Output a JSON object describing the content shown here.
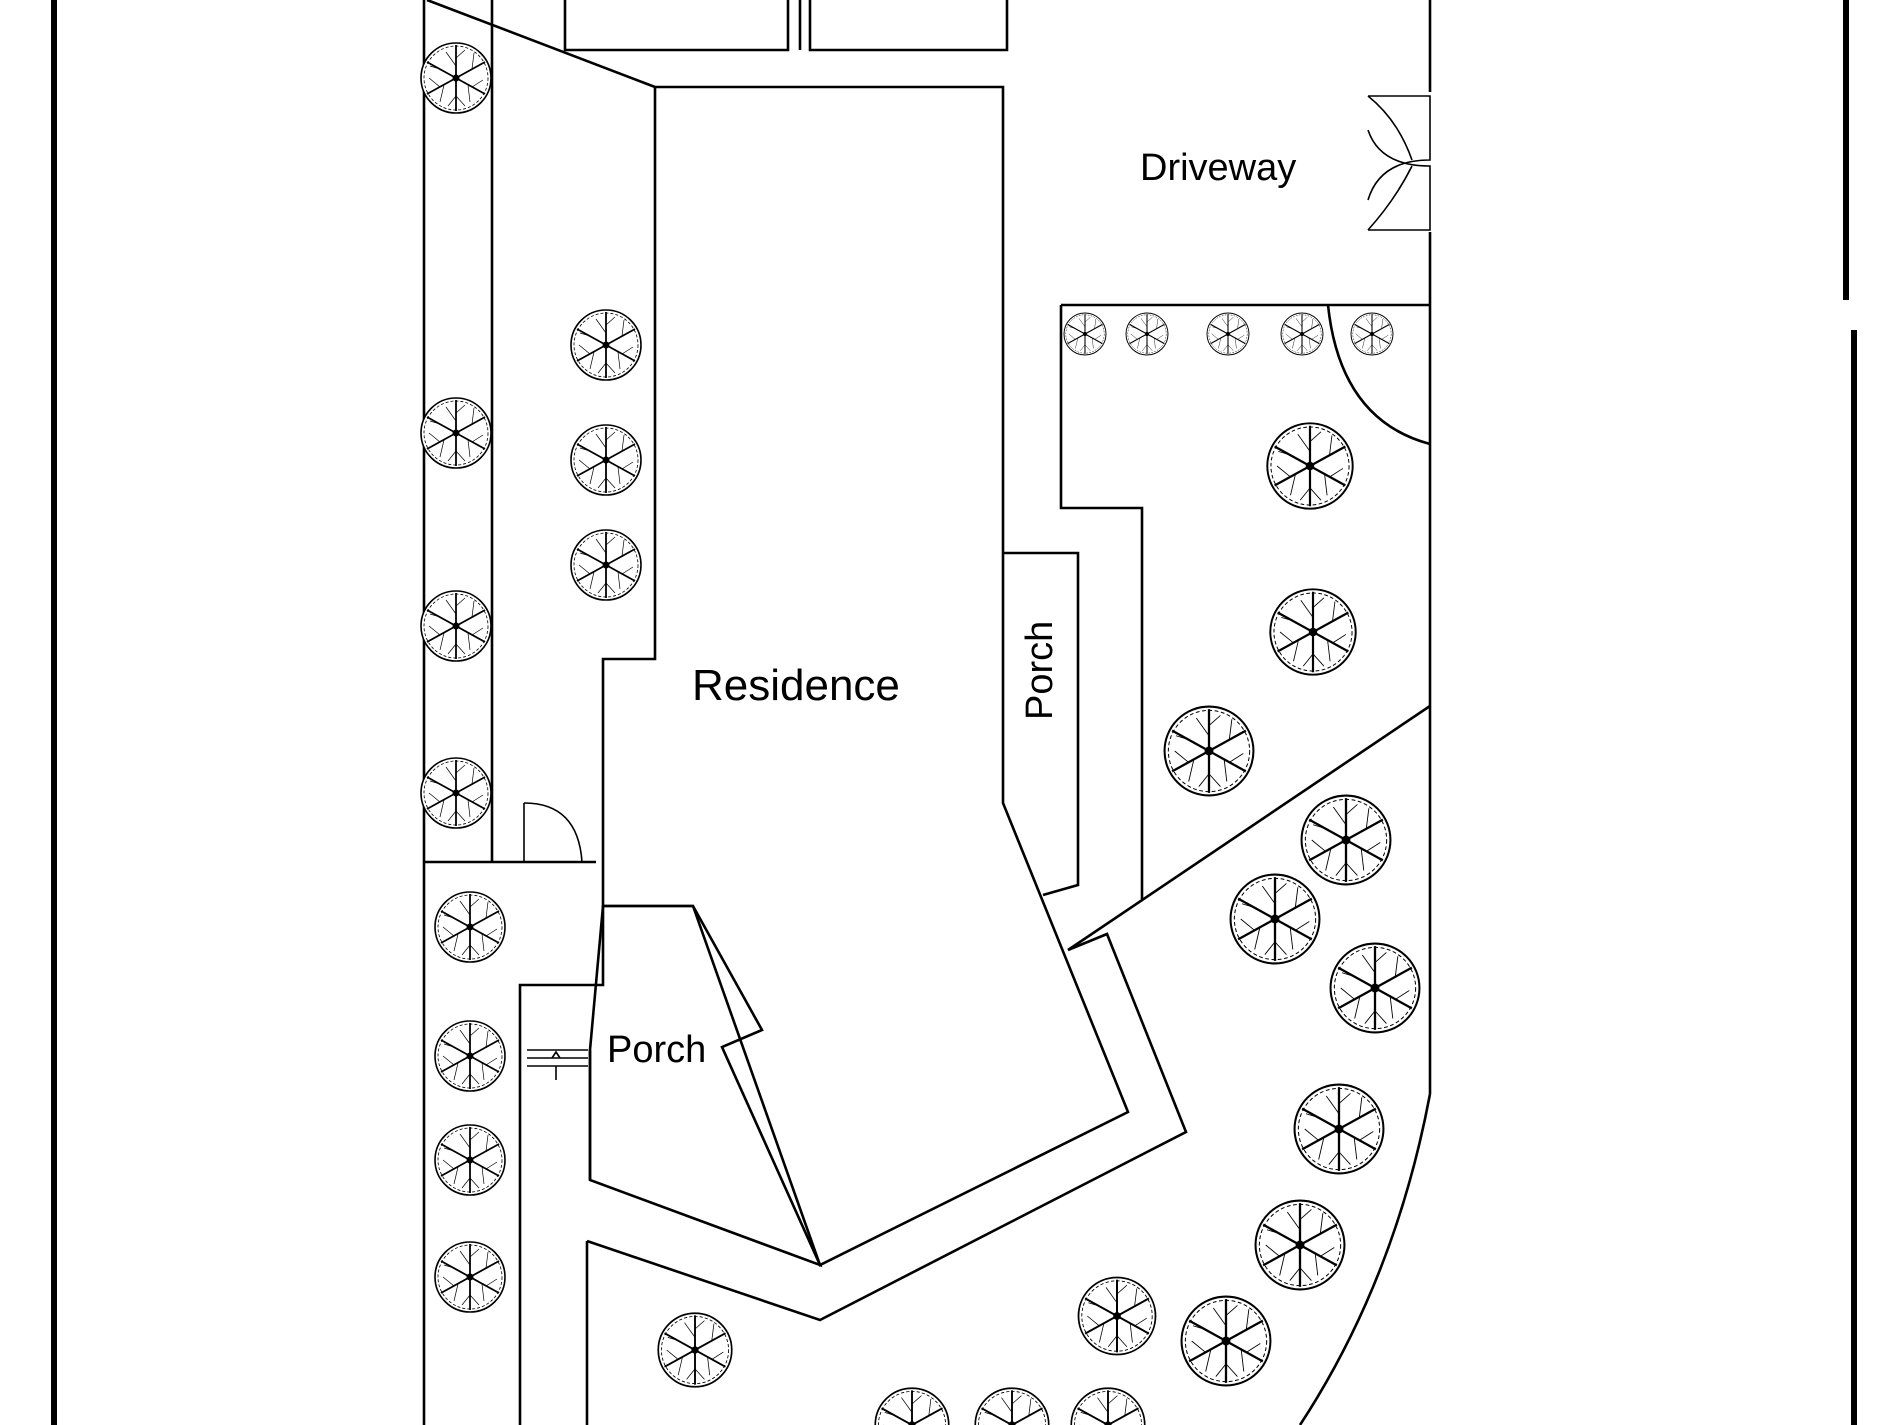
{
  "labels": {
    "driveway": "Driveway",
    "residence": "Residence",
    "porch_east": "Porch",
    "porch_south": "Porch"
  },
  "colors": {
    "line": "#000000",
    "background": "#ffffff"
  },
  "icons": {
    "tree": "tree-icon",
    "door": "door-swing-icon",
    "steps": "steps-icon"
  }
}
